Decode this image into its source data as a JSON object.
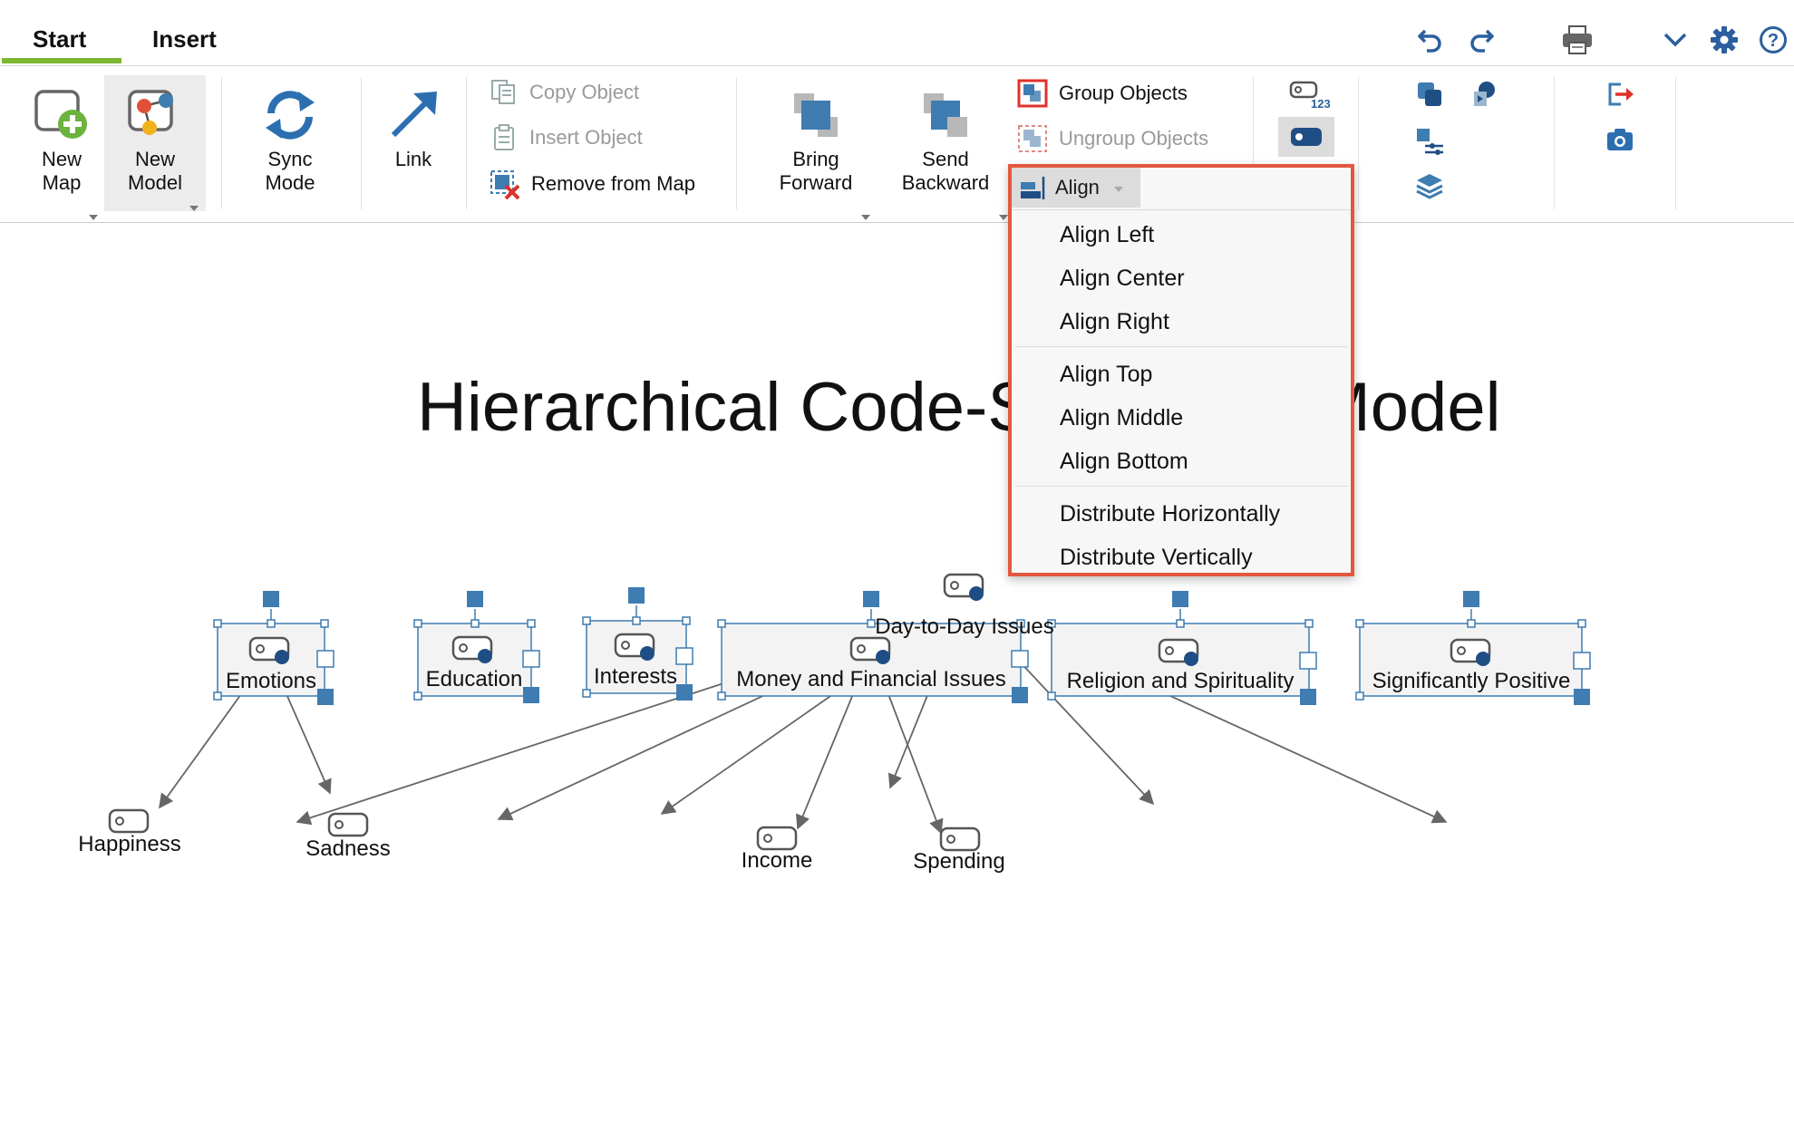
{
  "tabs": {
    "start": "Start",
    "insert": "Insert"
  },
  "ribbon": {
    "new_map": [
      "New",
      "Map"
    ],
    "new_model": [
      "New",
      "Model"
    ],
    "sync_mode": [
      "Sync",
      "Mode"
    ],
    "link": "Link",
    "copy_object": "Copy Object",
    "insert_object": "Insert Object",
    "remove_from_map": "Remove from Map",
    "bring_forward": [
      "Bring",
      "Forward"
    ],
    "send_backward": [
      "Send",
      "Backward"
    ],
    "group_objects": "Group Objects",
    "ungroup_objects": "Ungroup Objects",
    "align": "Align",
    "code_count_badge": "123"
  },
  "align_menu": {
    "items": [
      "Align Left",
      "Align Center",
      "Align Right",
      "Align Top",
      "Align Middle",
      "Align Bottom",
      "Distribute Horizontally",
      "Distribute Vertically"
    ]
  },
  "map": {
    "title": "Hierarchical Code-Subcodes Model",
    "root": "Day-to-Day Issues",
    "children": [
      "Emotions",
      "Education",
      "Interests",
      "Money and Financial Issues",
      "Religion and Spirituality",
      "Significantly Positive"
    ],
    "grandchildren": [
      "Happiness",
      "Sadness",
      "Income",
      "Spending"
    ]
  },
  "colors": {
    "accent_green": "#7cb82f",
    "icon_blue": "#3e7cb1",
    "highlight_red": "#e2583e"
  }
}
